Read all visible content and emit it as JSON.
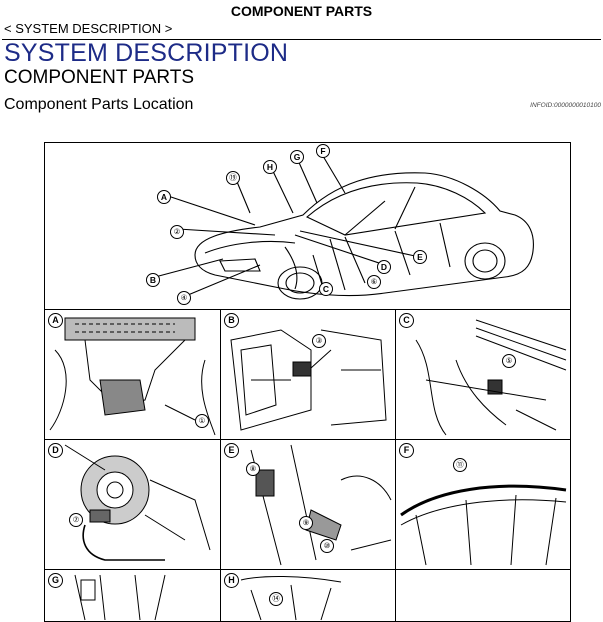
{
  "header": {
    "title": "COMPONENT PARTS"
  },
  "breadcrumb": "< SYSTEM DESCRIPTION >",
  "section_title": "SYSTEM DESCRIPTION",
  "sub_title": "COMPONENT PARTS",
  "sub_sub_title": "Component Parts Location",
  "info_id": "INFOID:0000000010100",
  "figure": {
    "overview_callouts": {
      "A": "A",
      "B": "B",
      "C": "C",
      "D": "D",
      "E": "E",
      "F": "F",
      "G": "G",
      "H": "H",
      "n19": "⑲",
      "n2": "②",
      "n4": "④",
      "n6": "⑥"
    },
    "panels": {
      "A": {
        "letter": "A",
        "callouts": [
          "①"
        ]
      },
      "B": {
        "letter": "B",
        "callouts": [
          "③"
        ]
      },
      "C": {
        "letter": "C",
        "callouts": [
          "⑤"
        ]
      },
      "D": {
        "letter": "D",
        "callouts": [
          "⑦"
        ]
      },
      "E": {
        "letter": "E",
        "callouts": [
          "⑧",
          "⑨",
          "⑩"
        ]
      },
      "F": {
        "letter": "F",
        "callouts": [
          "⑪"
        ]
      },
      "G": {
        "letter": "G",
        "callouts": []
      },
      "H": {
        "letter": "H",
        "callouts": [
          "⑭"
        ]
      }
    }
  }
}
